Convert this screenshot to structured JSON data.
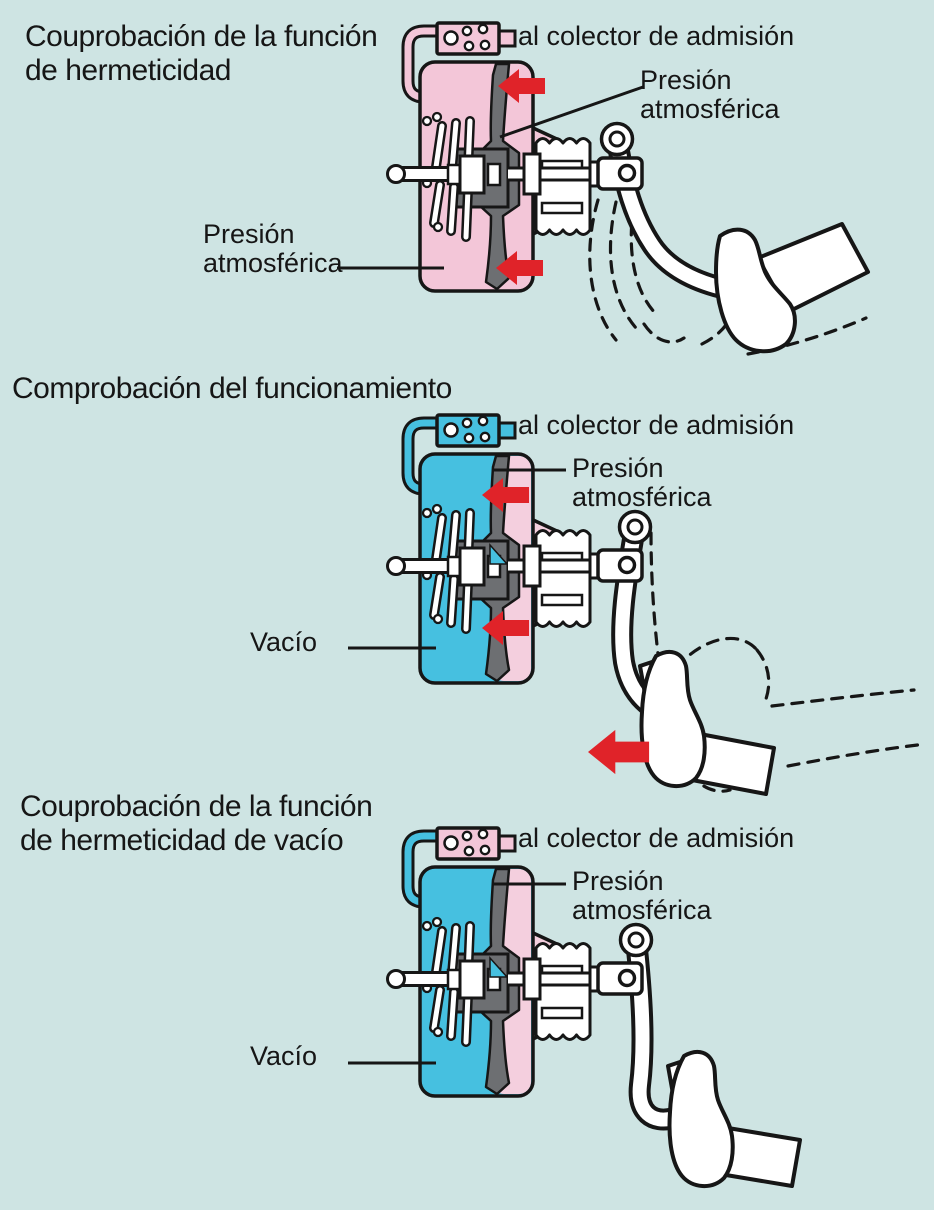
{
  "colors": {
    "background": "#cee4e3",
    "atmospheric_pink": "#f3c6d8",
    "atmospheric_pink_light": "#f4cfde",
    "vacuum_blue": "#46c0e0",
    "arrow_red": "#e02329",
    "diaphragm_gray": "#6d6f72",
    "outline": "#161616",
    "text": "#161616"
  },
  "panels": [
    {
      "id": "hermeticity-check",
      "title_line1": "Couprobación de la función",
      "title_line2": "de hermeticidad",
      "labels": {
        "manifold": "al colector de admisión",
        "pressure_right_line1": "Presión",
        "pressure_right_line2": "atmosférica",
        "pressure_left_line1": "Presión",
        "pressure_left_line2": "atmosférica"
      },
      "diagram": {
        "left_chamber": "atmospheric",
        "right_chamber": "atmospheric",
        "check_valve": "atmospheric",
        "hose": "atmospheric",
        "red_arrows": [
          "diaphragm-upper",
          "diaphragm-lower"
        ],
        "pedal": "released-swing"
      }
    },
    {
      "id": "operation-check",
      "title_line1": "Comprobación del funcionamiento",
      "title_line2": "",
      "labels": {
        "manifold": "al colector de admisión",
        "pressure_right_line1": "Presión",
        "pressure_right_line2": "atmosférica",
        "vacuum": "Vacío"
      },
      "diagram": {
        "left_chamber": "vacuum",
        "right_chamber": "atmospheric",
        "check_valve": "vacuum",
        "hose": "vacuum",
        "red_arrows": [
          "diaphragm-upper",
          "diaphragm-lower",
          "pedal"
        ],
        "pedal": "pressed"
      }
    },
    {
      "id": "vacuum-hermeticity-check",
      "title_line1": "Couprobación de la función",
      "title_line2": "de hermeticidad de vacío",
      "labels": {
        "manifold": "al colector de admisión",
        "pressure_right_line1": "Presión",
        "pressure_right_line2": "atmosférica",
        "vacuum": "Vacío"
      },
      "diagram": {
        "left_chamber": "vacuum",
        "right_chamber": "atmospheric",
        "check_valve": "atmospheric",
        "hose": "vacuum",
        "red_arrows": [],
        "pedal": "released"
      }
    }
  ]
}
